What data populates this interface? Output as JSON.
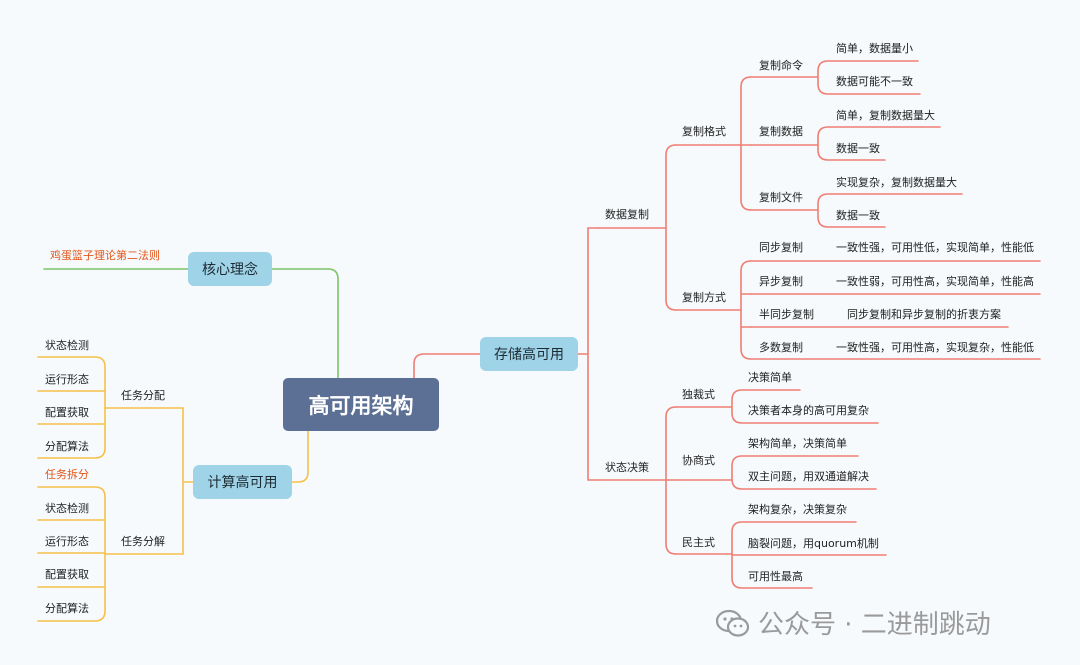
{
  "colors": {
    "root_fill": "#5c6f95",
    "topic_fill": "#9fd3e8",
    "storage_branch": "#ef7e74",
    "core_branch": "#7dc36a",
    "compute_branch": "#f6c04a",
    "warning_text": "#e3561a"
  },
  "root": "高可用架构",
  "core": {
    "title": "核心理念",
    "rule": "鸡蛋篮子理论第二法则"
  },
  "compute": {
    "title": "计算高可用",
    "assign": {
      "label": "任务分配",
      "items": [
        "状态检测",
        "运行形态",
        "配置获取",
        "分配算法"
      ]
    },
    "split": {
      "label": "任务分解",
      "items": [
        "任务拆分",
        "状态检测",
        "运行形态",
        "配置获取",
        "分配算法"
      ]
    }
  },
  "storage": {
    "title": "存储高可用",
    "replication": {
      "label": "数据复制",
      "format": {
        "label": "复制格式",
        "command": {
          "label": "复制命令",
          "items": [
            "简单，数据量小",
            "数据可能不一致"
          ]
        },
        "data": {
          "label": "复制数据",
          "items": [
            "简单，复制数据量大",
            "数据一致"
          ]
        },
        "file": {
          "label": "复制文件",
          "items": [
            "实现复杂，复制数据量大",
            "数据一致"
          ]
        }
      },
      "mode": {
        "label": "复制方式",
        "items": [
          {
            "label": "同步复制",
            "desc": "一致性强，可用性低，实现简单，性能低"
          },
          {
            "label": "异步复制",
            "desc": "一致性弱，可用性高，实现简单，性能高"
          },
          {
            "label": "半同步复制",
            "desc": "同步复制和异步复制的折衷方案"
          },
          {
            "label": "多数复制",
            "desc": "一致性强，可用性高，实现复杂，性能低"
          }
        ]
      }
    },
    "decision": {
      "label": "状态决策",
      "dictator": {
        "label": "独裁式",
        "items": [
          "决策简单",
          "决策者本身的高可用复杂"
        ]
      },
      "negotiate": {
        "label": "协商式",
        "items": [
          "架构简单，决策简单",
          "双主问题，用双通道解决"
        ]
      },
      "democracy": {
        "label": "民主式",
        "items": [
          "架构复杂，决策复杂",
          "脑裂问题，用quorum机制",
          "可用性最高"
        ]
      }
    }
  },
  "watermark": "公众号 · 二进制跳动"
}
